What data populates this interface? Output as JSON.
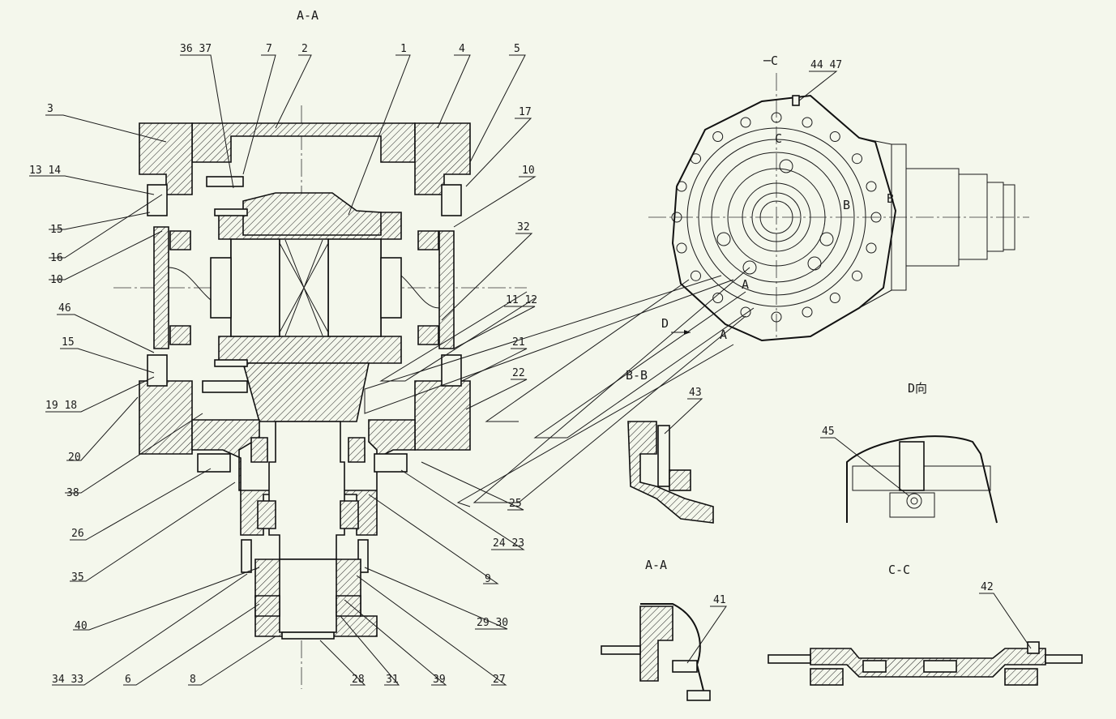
{
  "views": {
    "main_section": "A-A",
    "section_bb": "B-B",
    "section_aa": "A-A",
    "section_cc": "C-C",
    "view_d": "D向",
    "marks": {
      "c_top": "C",
      "c_mid": "C",
      "b_left": "B",
      "b_right": "B",
      "a_low": "A",
      "a_arrow": "A",
      "d_arrow": "D"
    }
  },
  "callouts": [
    "36 37",
    "7",
    "2",
    "1",
    "4",
    "5",
    "3",
    "17",
    "13 14",
    "10",
    "15",
    "16",
    "10",
    "32",
    "46",
    "11 12",
    "15",
    "21",
    "19 18",
    "22",
    "20",
    "38",
    "26",
    "25",
    "35",
    "24 23",
    "9",
    "40",
    "29 30",
    "34 33",
    "6",
    "8",
    "28",
    "31",
    "39",
    "27",
    "44 47",
    "43",
    "45",
    "41",
    "42"
  ]
}
